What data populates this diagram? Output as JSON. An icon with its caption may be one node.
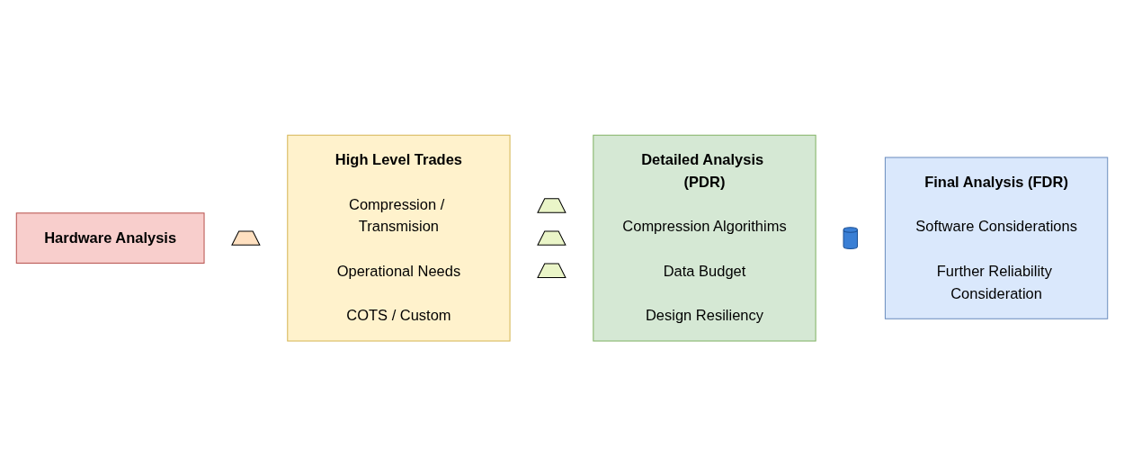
{
  "diagram": {
    "nodes": [
      {
        "text": [
          "Hardware Analysis"
        ]
      },
      {
        "text": [],
        "shape": "cone"
      },
      {
        "text": [
          "High Level Trades",
          "Compression / Transmision",
          "Operational Needs",
          "COTS / Custom"
        ]
      },
      {
        "text": [],
        "shape": "cone"
      },
      {
        "text": [],
        "shape": "cone"
      },
      {
        "text": [],
        "shape": "cone"
      },
      {
        "text": [
          "Detailed Analysis (PDR)",
          "Compression Algorithims",
          "Data Budget",
          "Design Resiliency"
        ]
      },
      {
        "text": [],
        "shape": "cylinder"
      },
      {
        "text": [
          "Final Analysis (FDR)",
          "Software Considerations",
          "Further Reliability Consideration"
        ]
      }
    ],
    "edges": []
  }
}
